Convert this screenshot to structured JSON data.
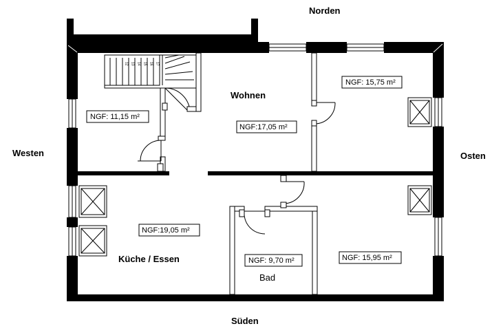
{
  "compass": {
    "north": "Norden",
    "south": "Süden",
    "west": "Westen",
    "east": "Osten"
  },
  "rooms": {
    "wohnen": {
      "name": "Wohnen",
      "area": "NGF:17,05 m²"
    },
    "nw_room": {
      "area": "NGF: 11,15 m²"
    },
    "ne_room": {
      "area": "NGF: 15,75 m²"
    },
    "kueche": {
      "name": "Küche / Essen",
      "area": "NGF:19,05 m²"
    },
    "bad": {
      "name": "Bad",
      "area": "NGF: 9,70 m²"
    },
    "se_room": {
      "area": "NGF: 15,95 m²"
    }
  },
  "stairs": {
    "steps": [
      "12",
      "13",
      "14",
      "15",
      "16",
      "17"
    ]
  },
  "colors": {
    "wall": "#000000",
    "background": "#ffffff",
    "line": "#000000"
  }
}
